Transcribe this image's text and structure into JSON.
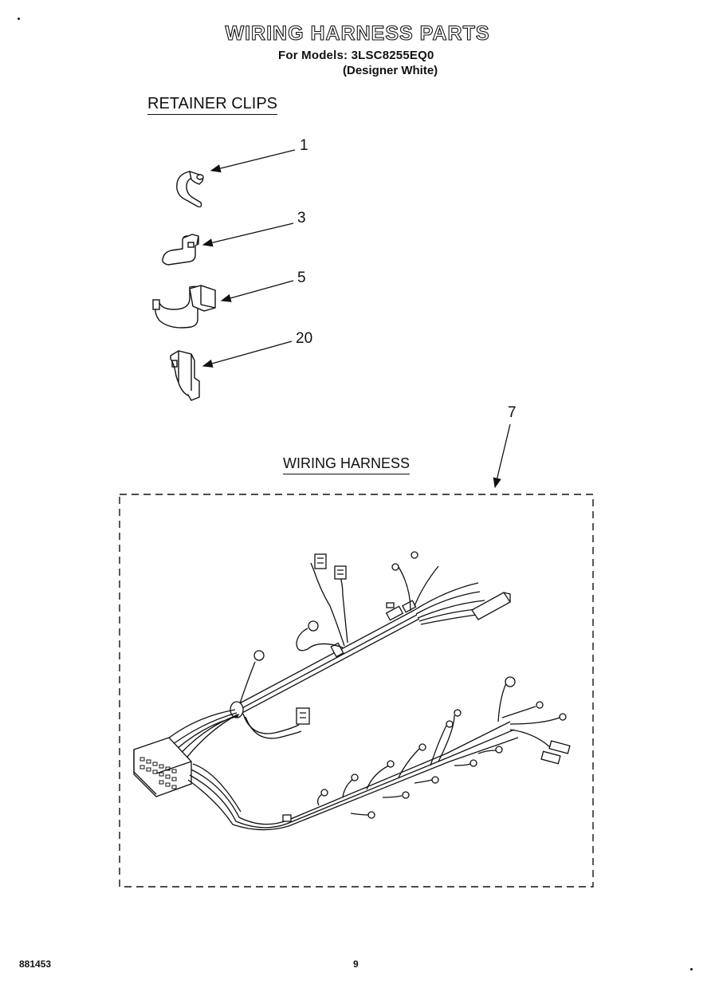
{
  "header": {
    "title": "WIRING HARNESS PARTS",
    "models_line": "For Models: 3LSC8255EQ0",
    "color_note": "(Designer White)"
  },
  "sections": {
    "retainer_clips": "RETAINER CLIPS",
    "wiring_harness": "WIRING HARNESS"
  },
  "callouts": {
    "clip_1": "1",
    "clip_3": "3",
    "clip_5": "5",
    "clip_20": "20",
    "harness_7": "7"
  },
  "footer": {
    "code": "881453",
    "page": "9"
  }
}
